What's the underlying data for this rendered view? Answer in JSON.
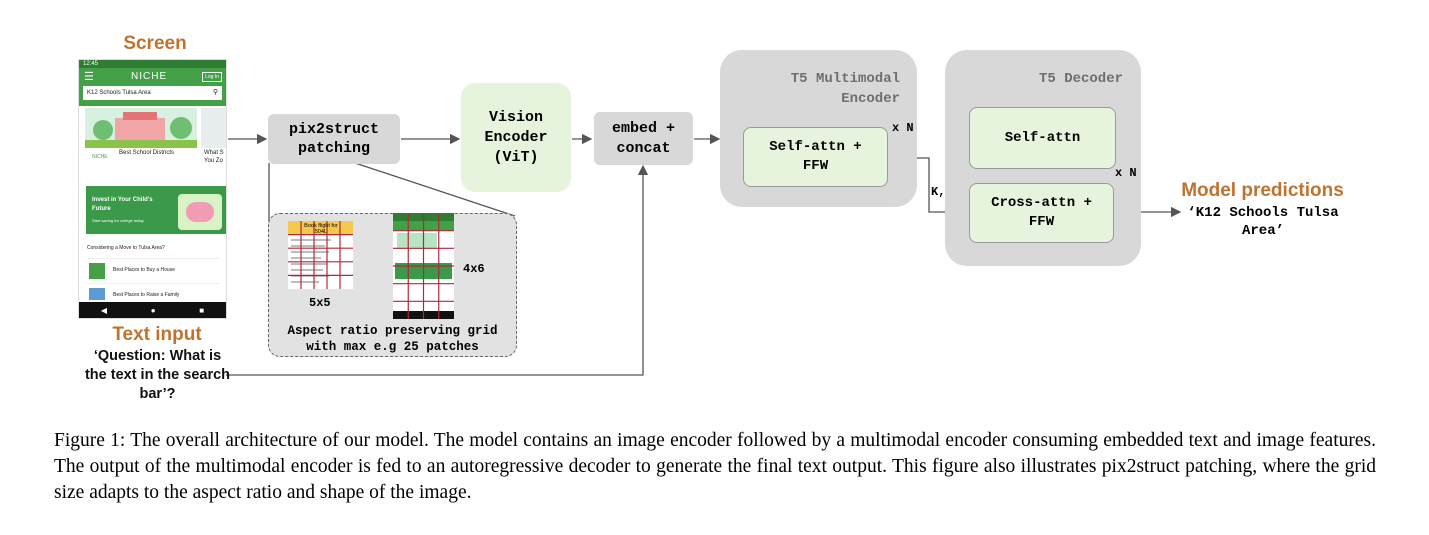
{
  "diagram": {
    "screen_title": "Screen",
    "phone": {
      "status_time": "12:45",
      "app_name": "NICHE",
      "login": "Log In",
      "search_text": "K12 Schools  Tulsa Area",
      "card_label": "Best School Districts",
      "card_label2": "What S You Zo",
      "card_niche": "NICHE",
      "banner_title": "Invest in Your Child's Future",
      "banner_sub": "Start saving for college today.",
      "move_heading": "Considering a Move to Tulsa Area?",
      "list_item_1": "Best Places to Buy a House",
      "list_item_2": "Best Places to Raise a Family"
    },
    "text_input_title": "Text input",
    "text_input_body": "‘Question: What is the text in the search bar’?",
    "patching_label": "pix2struct patching",
    "vision_encoder_label": "Vision Encoder (ViT)",
    "embed_label": "embed + concat",
    "multimodal_title": "T5 Multimodal Encoder",
    "mm_block_label": "Self-attn + FFW",
    "mm_repeat": "x N",
    "kv_label": "K, V",
    "decoder_title": "T5 Decoder",
    "dec_self_label": "Self-attn",
    "dec_cross_label": "Cross-attn + FFW",
    "dec_repeat": "x N",
    "predictions_title": "Model predictions",
    "predictions_body": "‘K12 Schools Tulsa Area’",
    "grid_label_1": "5x5",
    "grid_label_2": "4x6",
    "grid_thumb_1_text": "Book flight for 504L",
    "grid_caption": "Aspect ratio preserving grid with max e.g 25 patches"
  },
  "caption": "Figure 1: The overall architecture of our model. The model contains an image encoder followed by a multimodal encoder consuming embedded text and image features. The output of the multimodal encoder is fed to an autoregressive decoder to generate the final text output. This figure also illustrates pix2struct patching, where the grid size adapts to the aspect ratio and shape of the image.",
  "colors": {
    "accent_orange": "#c0732f",
    "box_gray": "#d8d8d8",
    "block_green": "#e6f4dd",
    "phone_green": "#43a047",
    "grid_red": "#b0283a"
  }
}
